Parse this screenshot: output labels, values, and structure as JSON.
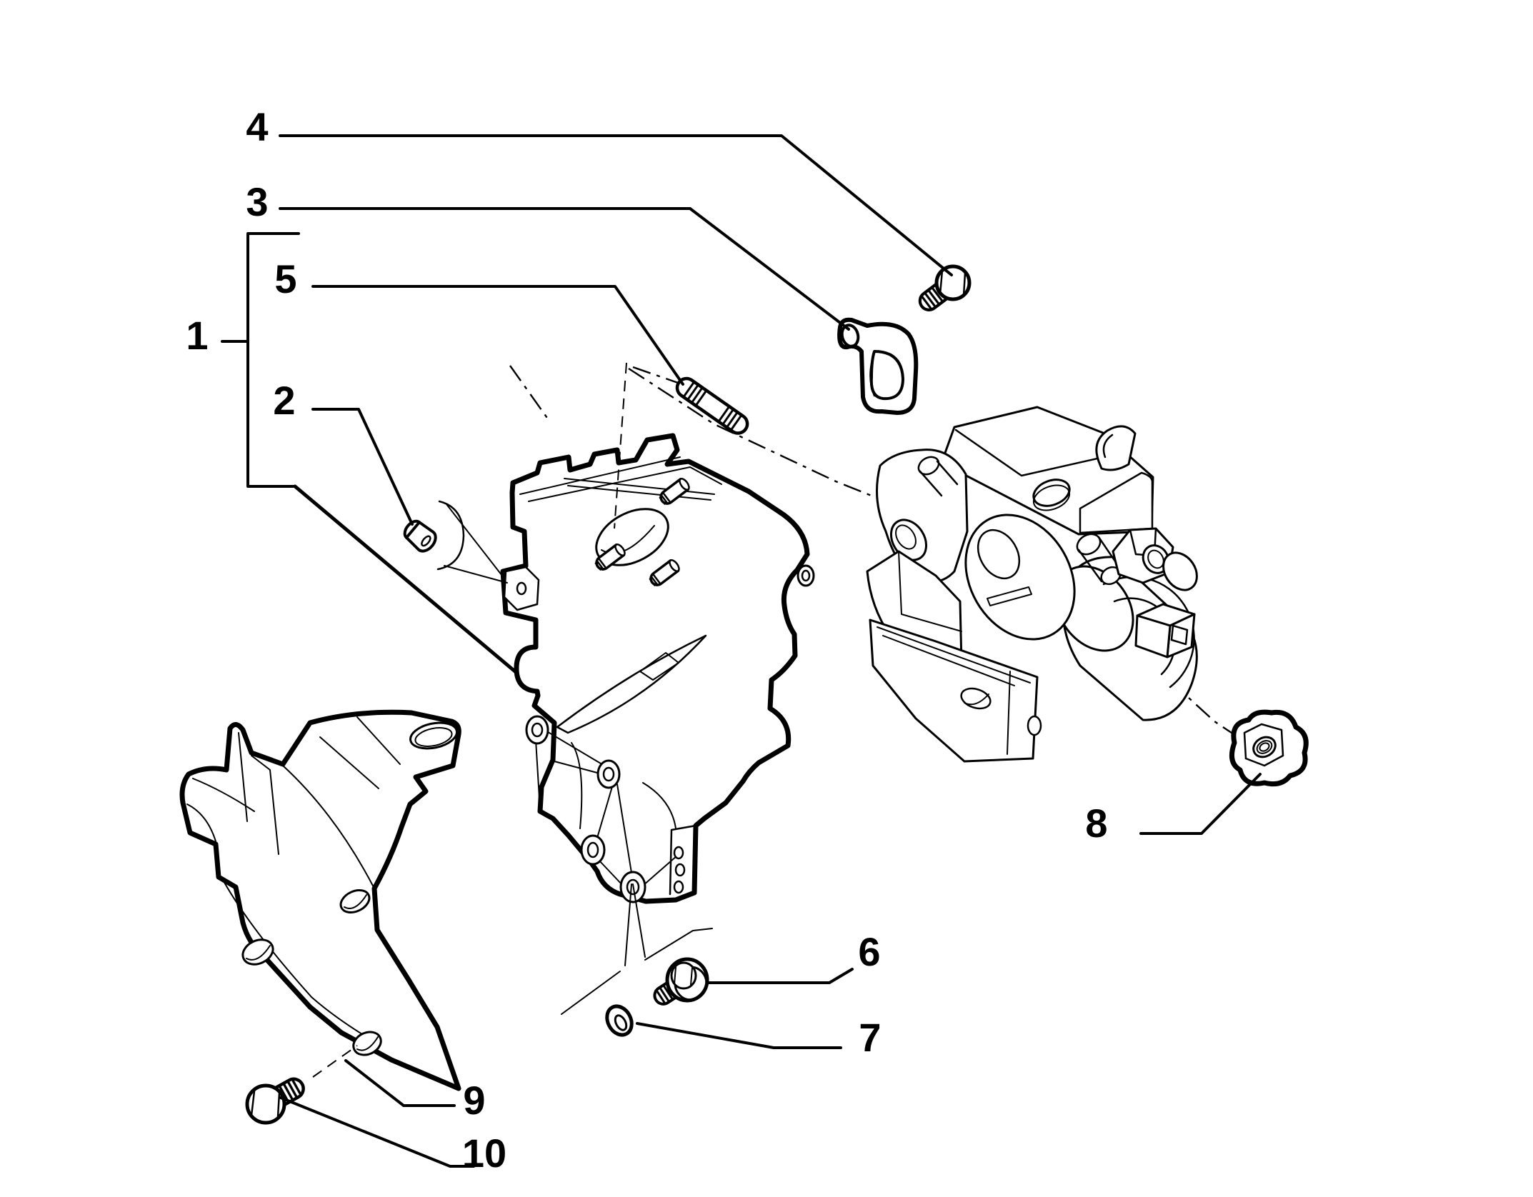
{
  "diagram": {
    "kind": "exploded-parts-diagram",
    "background_color": "#ffffff",
    "line_color": "#000000",
    "callouts": [
      {
        "number": "1",
        "part": "timing-cover-assembly-group"
      },
      {
        "number": "2",
        "part": "bushing"
      },
      {
        "number": "3",
        "part": "retaining-bracket"
      },
      {
        "number": "4",
        "part": "hex-bolt"
      },
      {
        "number": "5",
        "part": "stud"
      },
      {
        "number": "6",
        "part": "flanged-hex-bolt"
      },
      {
        "number": "7",
        "part": "washer"
      },
      {
        "number": "8",
        "part": "flange-nut"
      },
      {
        "number": "9",
        "part": "heat-shield"
      },
      {
        "number": "10",
        "part": "hex-bolt"
      }
    ]
  }
}
